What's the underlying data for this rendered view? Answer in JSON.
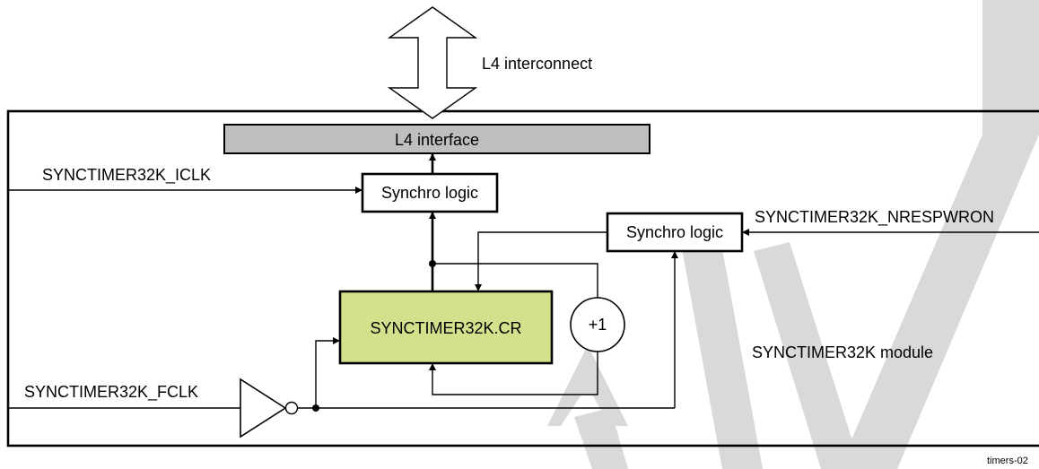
{
  "diagram": {
    "labels": {
      "interconnect": "L4 interconnect",
      "interface": "L4 interface",
      "synchro_top": "Synchro logic",
      "synchro_right": "Synchro logic",
      "counter": "SYNCTIMER32K.CR",
      "increment": "+1",
      "module": "SYNCTIMER32K module",
      "iclk": "SYNCTIMER32K_ICLK",
      "nrespwron": "SYNCTIMER32K_NRESPWRON",
      "fclk": "SYNCTIMER32K_FCLK",
      "figure_id": "timers-02"
    },
    "colors": {
      "interface_fill": "#bfbfbf",
      "counter_fill": "#d4e08c",
      "watermark": "#d9d9d9",
      "line": "#000000"
    }
  }
}
